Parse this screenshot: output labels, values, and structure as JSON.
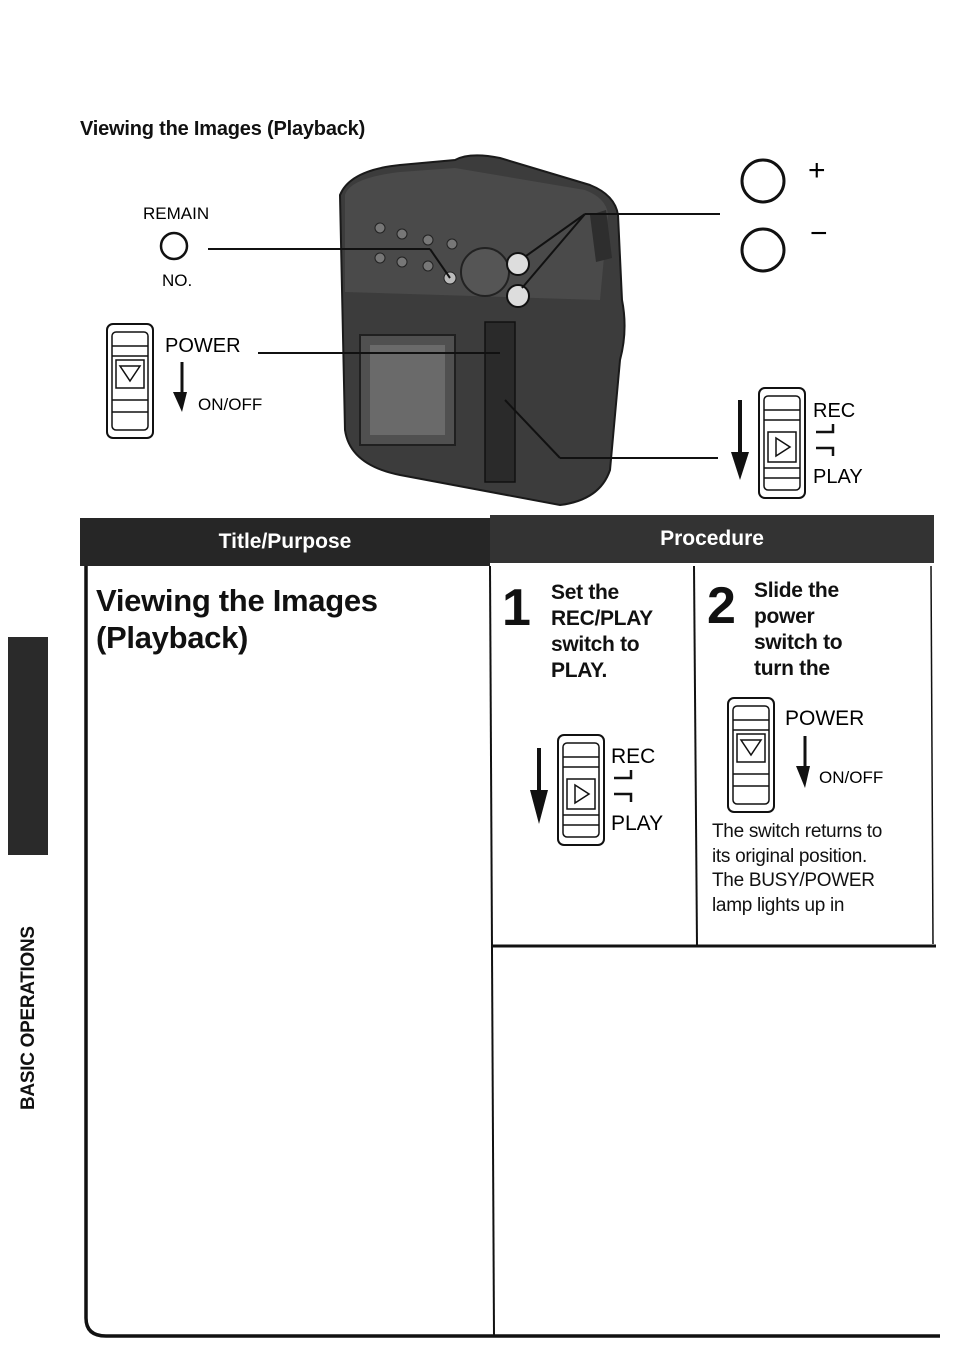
{
  "page": {
    "heading": "Viewing the Images (Playback)",
    "side_tab": "BASIC OPERATIONS"
  },
  "figure": {
    "remain_label": "REMAIN",
    "no_label": "NO.",
    "power_label": "POWER",
    "onoff_label": "ON/OFF",
    "plus_label": "+",
    "minus_label": "−",
    "rec_label": "REC",
    "play_label": "PLAY"
  },
  "table": {
    "col_title_purpose": "Title/Purpose",
    "col_procedure": "Procedure",
    "title_line1": "Viewing the Images",
    "title_line2": "(Playback)",
    "step1": {
      "number": "1",
      "lines": [
        "Set the",
        "REC/PLAY",
        "switch to",
        "PLAY."
      ],
      "rec_label": "REC",
      "play_label": "PLAY"
    },
    "step2": {
      "number": "2",
      "lines": [
        "Slide the",
        "power",
        "switch to",
        "turn the"
      ],
      "power_label": "POWER",
      "onoff_label": "ON/OFF",
      "note_lines": [
        "The switch returns to",
        "its original position.",
        "The BUSY/POWER",
        "lamp lights up in"
      ]
    }
  }
}
